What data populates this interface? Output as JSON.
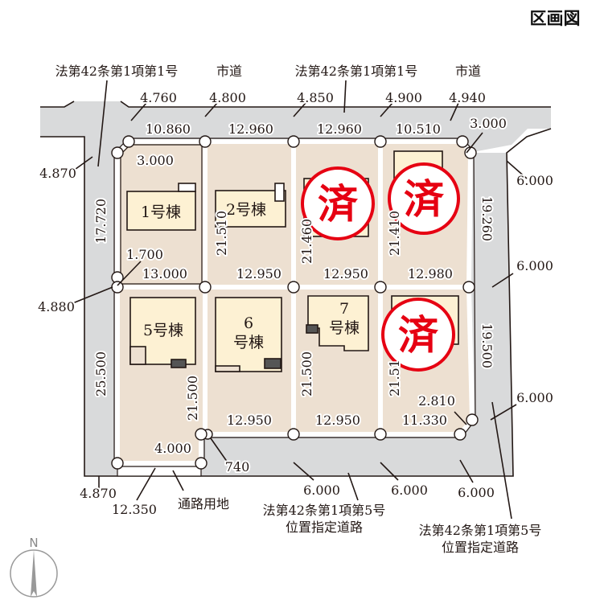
{
  "title": "区画図",
  "colors": {
    "road": "#d9dadb",
    "lot": "#ede0d1",
    "building": "#fdf1d3",
    "stamp": "#e60012",
    "line": "#231815"
  },
  "roads": {
    "top_left_law": "法第42条第1項第1号",
    "top_left_city": "市道",
    "top_right_law": "法第42条第1項第1号",
    "top_right_city": "市道",
    "bottom_law": "法第42条第1項第5号",
    "bottom_type": "位置指定道路",
    "right_law": "法第42条第1項第5号",
    "right_type": "位置指定道路",
    "passage": "通路用地"
  },
  "buildings": {
    "b1": "1号棟",
    "b2": "2号棟",
    "b5": "5号棟",
    "b6_num": "6",
    "b6_suffix": "号棟",
    "b7_num": "7",
    "b7_suffix": "号棟"
  },
  "sold_stamp": "済",
  "sold_lots": [
    "3",
    "4",
    "8"
  ],
  "dimensions": {
    "road_top_1": "4.760",
    "road_top_2": "4.800",
    "road_top_3": "4.850",
    "road_top_4": "4.900",
    "road_top_5": "4.940",
    "lot1_top": "10.860",
    "lot2_top": "12.960",
    "lot3_top": "12.960",
    "lot4_top": "10.510",
    "corner_tr": "3.000",
    "corner_tl": "3.000",
    "road_left_1": "4.870",
    "lot1_left": "17.720",
    "lot1_corner": "1.700",
    "lot2_left": "21.510",
    "lot3_left": "21.460",
    "lot4_left": "21.410",
    "lot4_right": "19.260",
    "road_right_1": "6.000",
    "lot1_bottom": "13.000",
    "lot2_bottom": "12.950",
    "lot3_bottom": "12.950",
    "lot4_bottom": "12.980",
    "road_right_2": "6.000",
    "road_left_2": "4.880",
    "lot5_left": "25.500",
    "lot6_left": "21.500",
    "lot7_left": "21.500",
    "lot8_left": "21.51",
    "lot8_right": "19.500",
    "corner_br": "2.810",
    "road_right_3": "6.000",
    "lot6_bottom": "12.950",
    "lot7_bottom": "12.950",
    "lot8_bottom": "11.330",
    "lot5_passage": "4.000",
    "offset": "740",
    "road_left_3": "4.870",
    "lot5_bottom": "12.350",
    "road_bottom_1": "6.000",
    "road_bottom_2": "6.000",
    "road_bottom_3": "6.000"
  },
  "compass": "N"
}
